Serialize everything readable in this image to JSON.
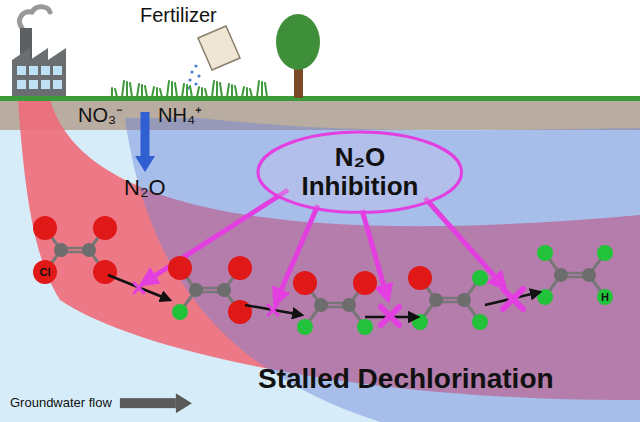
{
  "diagram": {
    "nodes": [
      {
        "text": [
          "N₂O Inhibition"
        ]
      }
    ],
    "labels": [
      "Fertilizer",
      "NO₃⁻",
      "NH₄⁺",
      "N₂O",
      "Cl",
      "H",
      "Stalled Dechlorination",
      "Groundwater flow"
    ]
  }
}
